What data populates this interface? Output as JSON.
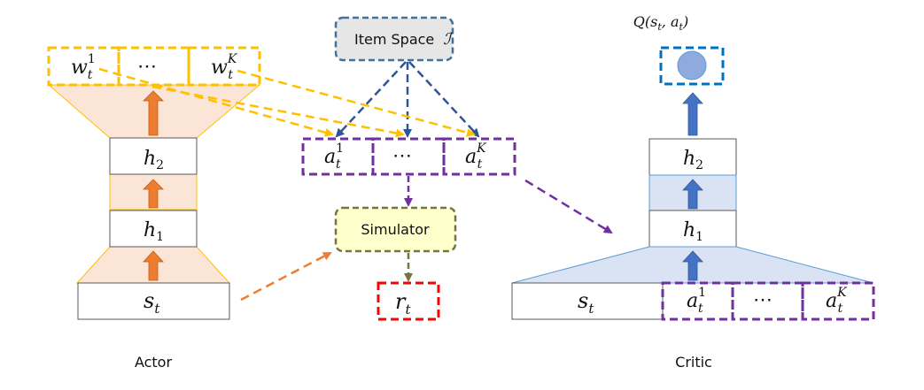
{
  "colors": {
    "actor_fill": "#fbe5d6",
    "actor_edge": "#ffc000",
    "actor_arrow": "#ed7d31",
    "weight_dash": "#ffc000",
    "critic_fill": "#dae3f3",
    "critic_edge": "#5b9bd5",
    "critic_arrow": "#4472c4",
    "item_space_fill": "#e7e6e6",
    "item_space_edge": "#41719c",
    "action_dash": "#7030a0",
    "simulator_fill": "#ffffcc",
    "simulator_edge": "#767443",
    "reward_edge": "#ff0000",
    "q_edge": "#0070c0",
    "q_fill": "#8faadc",
    "box_edge": "#595959"
  },
  "actor": {
    "caption": "Actor",
    "weights": {
      "w1": {
        "base": "w",
        "sub": "t",
        "sup": "1"
      },
      "dots": "⋯",
      "wK": {
        "base": "w",
        "sub": "t",
        "sup": "K"
      }
    },
    "h2": {
      "base": "h",
      "sub": "2"
    },
    "h1": {
      "base": "h",
      "sub": "1"
    },
    "state": {
      "base": "s",
      "sub": "t"
    }
  },
  "middle": {
    "item_space": {
      "text": "Item Space",
      "symbol": "ℐ"
    },
    "actions": {
      "a1": {
        "base": "a",
        "sub": "t",
        "sup": "1"
      },
      "dots": "⋯",
      "aK": {
        "base": "a",
        "sub": "t",
        "sup": "K"
      }
    },
    "simulator": "Simulator",
    "reward": {
      "base": "r",
      "sub": "t"
    }
  },
  "critic": {
    "caption": "Critic",
    "q_label": "Q(s",
    "q_label_sub1": "t",
    "q_label_mid": ", a",
    "q_label_sub2": "t",
    "q_label_end": ")",
    "h2": {
      "base": "h",
      "sub": "2"
    },
    "h1": {
      "base": "h",
      "sub": "1"
    },
    "state": {
      "base": "s",
      "sub": "t"
    },
    "actions": {
      "a1": {
        "base": "a",
        "sub": "t",
        "sup": "1"
      },
      "dots": "⋯",
      "aK": {
        "base": "a",
        "sub": "t",
        "sup": "K"
      }
    }
  }
}
